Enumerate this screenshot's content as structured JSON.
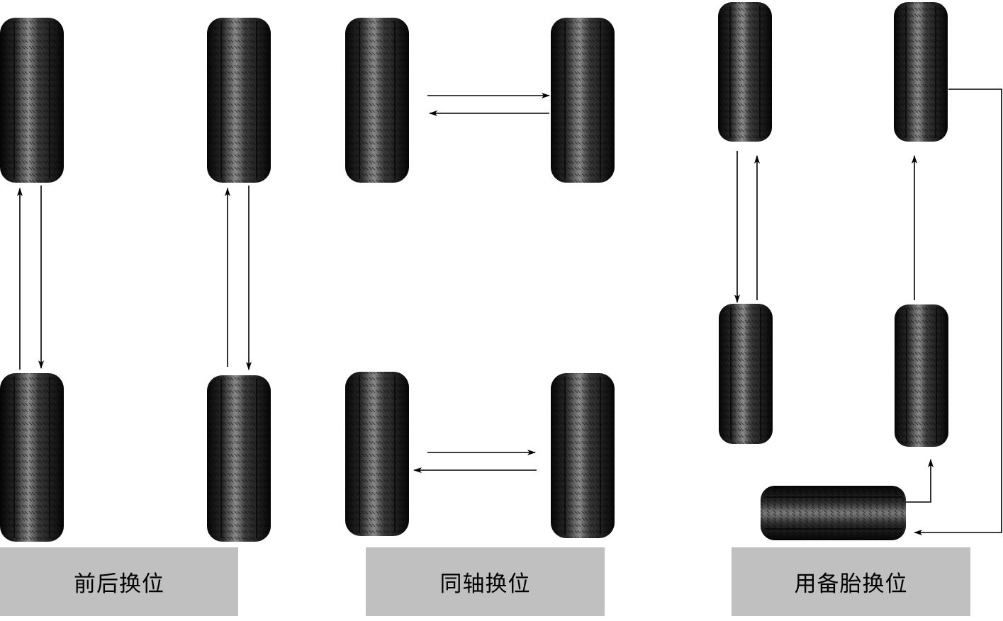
{
  "panels": [
    {
      "label": "前后换位"
    },
    {
      "label": "同轴换位"
    },
    {
      "label": "用备胎换位"
    }
  ],
  "colors": {
    "tire": "#0c0c0c",
    "label_bg": "#c0c0c0",
    "arrow": "#000000"
  }
}
